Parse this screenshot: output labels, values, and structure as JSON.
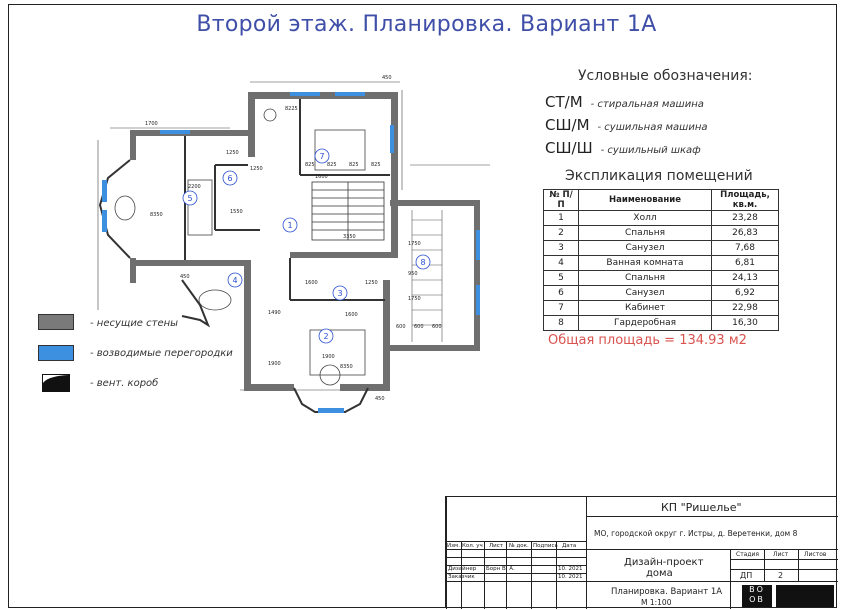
{
  "title": "Второй этаж. Планировка. Вариант 1А",
  "legend": {
    "title": "Условные обозначения:",
    "abbreviations": [
      {
        "code": "СТ/М",
        "desc": "- стиральная машина"
      },
      {
        "code": "СШ/М",
        "desc": "- сушильная машина"
      },
      {
        "code": "СШ/Ш",
        "desc": "- сушильный шкаф"
      }
    ],
    "symbols": [
      {
        "label": "- несущие стены",
        "color": "#7a7a7a"
      },
      {
        "label": "- возводимые перегородки",
        "color": "#3d8fe0"
      },
      {
        "label": "- вент. короб",
        "color": "#111111"
      }
    ]
  },
  "explication": {
    "title": "Экспликация помещений",
    "headers": [
      "№ П/П",
      "Наименование",
      "Площадь, кв.м."
    ],
    "rows": [
      [
        "1",
        "Холл",
        "23,28"
      ],
      [
        "2",
        "Спальня",
        "26,83"
      ],
      [
        "3",
        "Санузел",
        "7,68"
      ],
      [
        "4",
        "Ванная комната",
        "6,81"
      ],
      [
        "5",
        "Спальня",
        "24,13"
      ],
      [
        "6",
        "Санузел",
        "6,92"
      ],
      [
        "7",
        "Кабинет",
        "22,98"
      ],
      [
        "8",
        "Гардеробная",
        "16,30"
      ]
    ],
    "total": "Общая площадь = 134.93 м2"
  },
  "plan": {
    "room_numbers": [
      "1",
      "2",
      "3",
      "4",
      "5",
      "6",
      "7",
      "8"
    ],
    "dimensions": [
      "450",
      "1700",
      "8225",
      "1600",
      "825",
      "825",
      "825",
      "825",
      "1250",
      "1250",
      "2200",
      "1550",
      "8350",
      "3350",
      "1600",
      "1250",
      "1490",
      "1600",
      "1900",
      "8350",
      "1900",
      "450",
      "450",
      "1750",
      "1750",
      "950",
      "600",
      "600",
      "600"
    ]
  },
  "stamp": {
    "project": "КП \"Ришелье\"",
    "address": "МО, городской округ г. Истры, д. Веретенки, дом 8",
    "header_cells": [
      "Изм.",
      "Кол. уч",
      "Лист",
      "№ док.",
      "Подпись",
      "Дата"
    ],
    "designer_role": "Дизайнер",
    "designer_name": "Борн В. А.",
    "designer_date": "10. 2021",
    "client_role": "Заказчик",
    "client_date": "10. 2021",
    "doc_title_1": "Дизайн-проект",
    "doc_title_2": "дома",
    "stage_label": "Стадия",
    "sheet_label": "Лист",
    "sheets_label": "Листов",
    "stage_value": "ДП",
    "sheet_value": "2",
    "sheet_title": "Планировка. Вариант 1А",
    "scale": "М 1:100",
    "logo_text": "ВО ОВ"
  }
}
